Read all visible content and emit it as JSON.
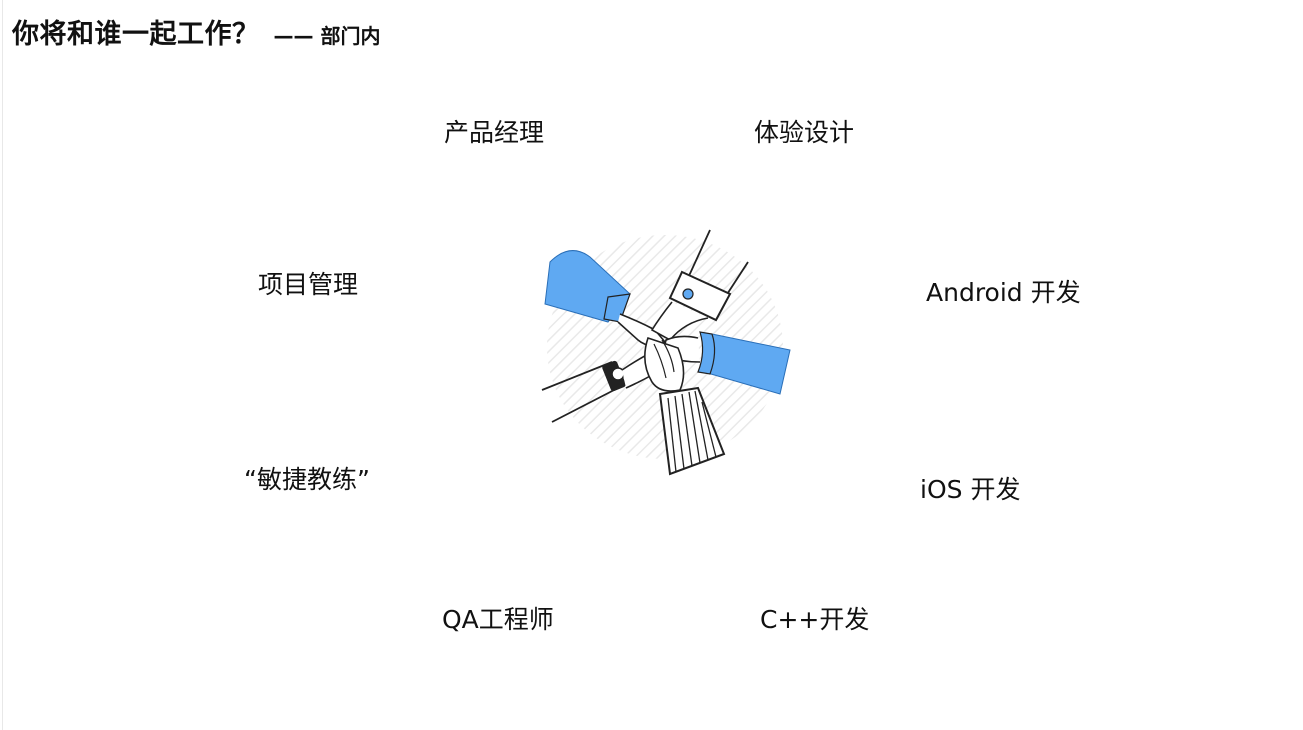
{
  "header": {
    "title": "你将和谁一起工作？",
    "subtitle": "—— 部门内"
  },
  "roles": {
    "product_manager": "产品经理",
    "ux_design": "体验设计",
    "project_management": "项目管理",
    "android_dev": "Android 开发",
    "agile_coach": "“敏捷教练”",
    "ios_dev": "iOS 开发",
    "qa_engineer": "QA工程师",
    "cpp_dev": "C++开发"
  },
  "colors": {
    "accent_blue": "#5fa9f2",
    "line": "#222222",
    "hatch": "#e6e6e6"
  },
  "illustration": {
    "icon": "team-hands-together-icon"
  }
}
